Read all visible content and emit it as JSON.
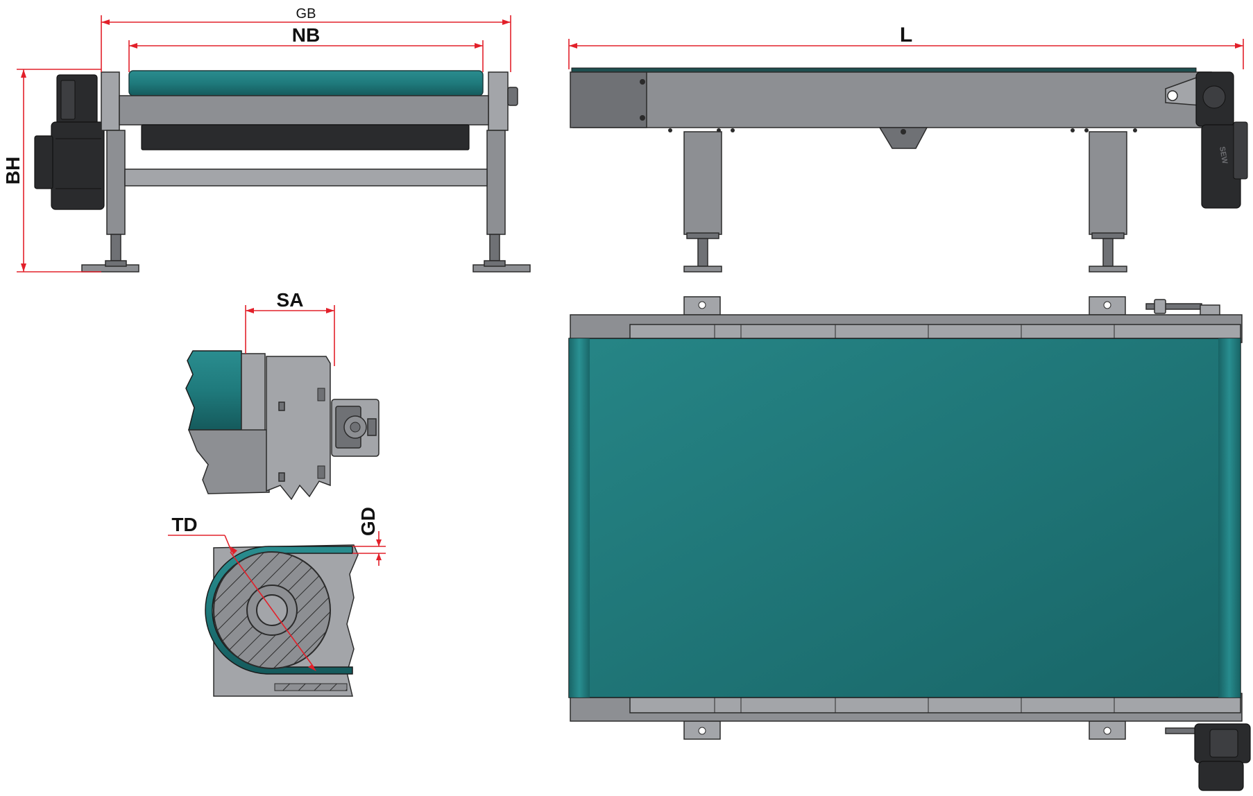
{
  "labels": {
    "gb": "GB",
    "nb": "NB",
    "bh": "BH",
    "l": "L",
    "sa": "SA",
    "td": "TD",
    "gd": "GD",
    "motor_brand": "SEW"
  },
  "colors": {
    "belt": "#1f7a7c",
    "belt_dark": "#175f61",
    "frame": "#8d8f93",
    "motor": "#2a2b2d",
    "dimension": "#e2202a"
  }
}
